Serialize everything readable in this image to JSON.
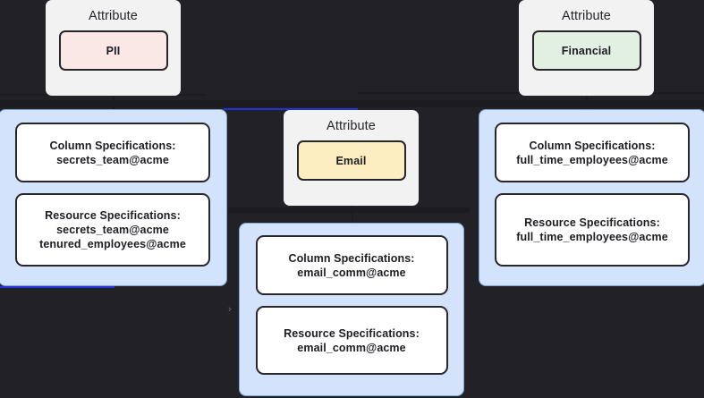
{
  "canvas": {
    "background_color": "#212126",
    "accent_color": "#2233dd",
    "panel_color": "#d2e3fb",
    "card_color": "#f2f2f3"
  },
  "attributes": [
    {
      "type_label": "Attribute",
      "name": "PII",
      "badge_color": "#fae8e6"
    },
    {
      "type_label": "Attribute",
      "name": "Financial",
      "badge_color": "#e2f0e4"
    },
    {
      "type_label": "Attribute",
      "name": "Email",
      "badge_color": "#fceec0"
    }
  ],
  "spec_panels": [
    {
      "id": "secrets-team",
      "boxes": [
        {
          "heading": "Column Specifications:",
          "items": [
            "secrets_team@acme"
          ]
        },
        {
          "heading": "Resource Specifications:",
          "items": [
            "secrets_team@acme",
            "tenured_employees@acme"
          ]
        }
      ]
    },
    {
      "id": "email-comm",
      "boxes": [
        {
          "heading": "Column Specifications:",
          "items": [
            "email_comm@acme"
          ]
        },
        {
          "heading": "Resource Specifications:",
          "items": [
            "email_comm@acme"
          ]
        }
      ]
    },
    {
      "id": "full-time-employees",
      "boxes": [
        {
          "heading": "Column Specifications:",
          "items": [
            "full_time_employees@acme"
          ]
        },
        {
          "heading": "Resource Specifications:",
          "items": [
            "full_time_employees@acme"
          ]
        }
      ]
    }
  ],
  "controls": {
    "expand_chevron": "›"
  }
}
